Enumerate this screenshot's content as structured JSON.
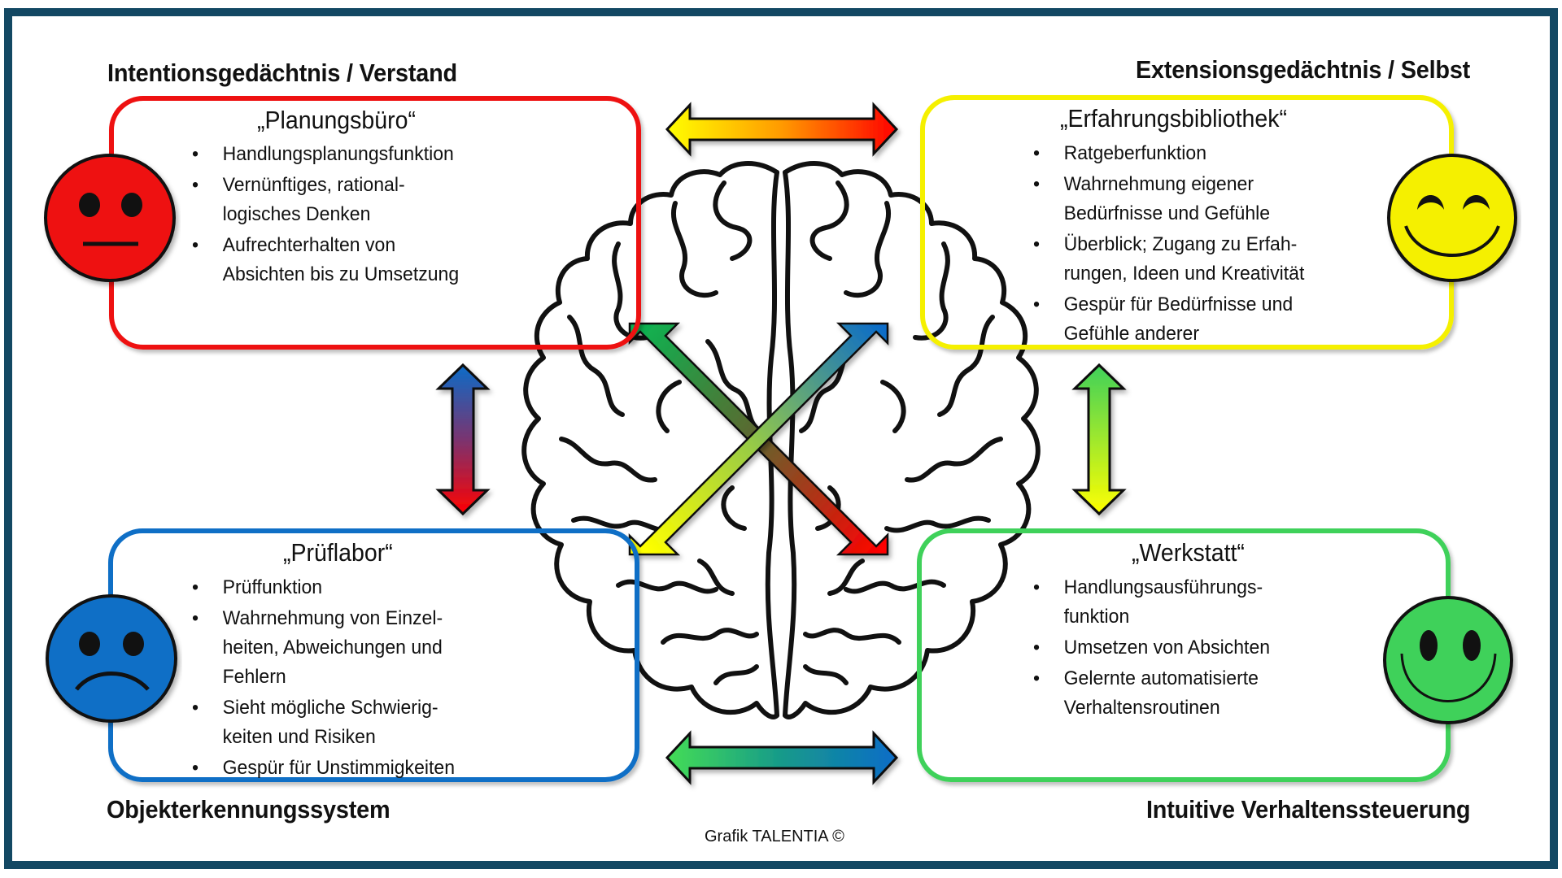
{
  "credit": "Grafik TALENTIA ©",
  "colors": {
    "frame": "#134863",
    "red": "#ee1111",
    "yellow": "#f5f000",
    "blue": "#0f6fc6",
    "green": "#3fd15a"
  },
  "quadrants": {
    "top_left": {
      "heading": "Intentionsgedächtnis / Verstand",
      "title": "„Planungsbüro“",
      "face": "neutral-face-icon",
      "items": [
        "Handlungsplanungsfunktion",
        "Vernünftiges, rational-\nlogisches Denken",
        "Aufrechterhalten von\nAbsichten bis zu Umsetzung"
      ]
    },
    "top_right": {
      "heading": "Extensionsgedächtnis / Selbst",
      "title": "„Erfahrungsbibliothek“",
      "face": "happy-face-icon",
      "items": [
        "Ratgeberfunktion",
        "Wahrnehmung eigener\nBedürfnisse und Gefühle",
        "Überblick; Zugang zu Erfah-\nrungen, Ideen und Kreativität",
        "Gespür für Bedürfnisse und\nGefühle anderer"
      ]
    },
    "bottom_left": {
      "heading": "Objekterkennungssystem",
      "title": "„Prüflabor“",
      "face": "sad-face-icon",
      "items": [
        "Prüffunktion",
        "Wahrnehmung von Einzel-\nheiten, Abweichungen und\nFehlern",
        "Sieht mögliche Schwierig-\nkeiten und Risiken",
        "Gespür für Unstimmigkeiten"
      ]
    },
    "bottom_right": {
      "heading": "Intuitive Verhaltenssteuerung",
      "title": "„Werkstatt“",
      "face": "smiling-face-icon",
      "items": [
        "Handlungsausführungs-\nfunktion",
        "Umsetzen von Absichten",
        "Gelernte automatisierte\nVerhaltensroutinen"
      ]
    }
  },
  "bullet_glyph": "•",
  "arrows": [
    {
      "name": "top-arrow",
      "from": "yellow",
      "to": "red",
      "direction": "horizontal"
    },
    {
      "name": "bottom-arrow",
      "from": "green",
      "to": "blue",
      "direction": "horizontal"
    },
    {
      "name": "left-arrow",
      "from": "blue",
      "to": "red",
      "direction": "vertical"
    },
    {
      "name": "right-arrow",
      "from": "green",
      "to": "yellow",
      "direction": "vertical"
    },
    {
      "name": "diagonal-arrow-green-red",
      "from": "green",
      "to": "red",
      "direction": "diagonal"
    },
    {
      "name": "diagonal-arrow-yellow-blue",
      "from": "yellow",
      "to": "blue",
      "direction": "diagonal"
    }
  ]
}
